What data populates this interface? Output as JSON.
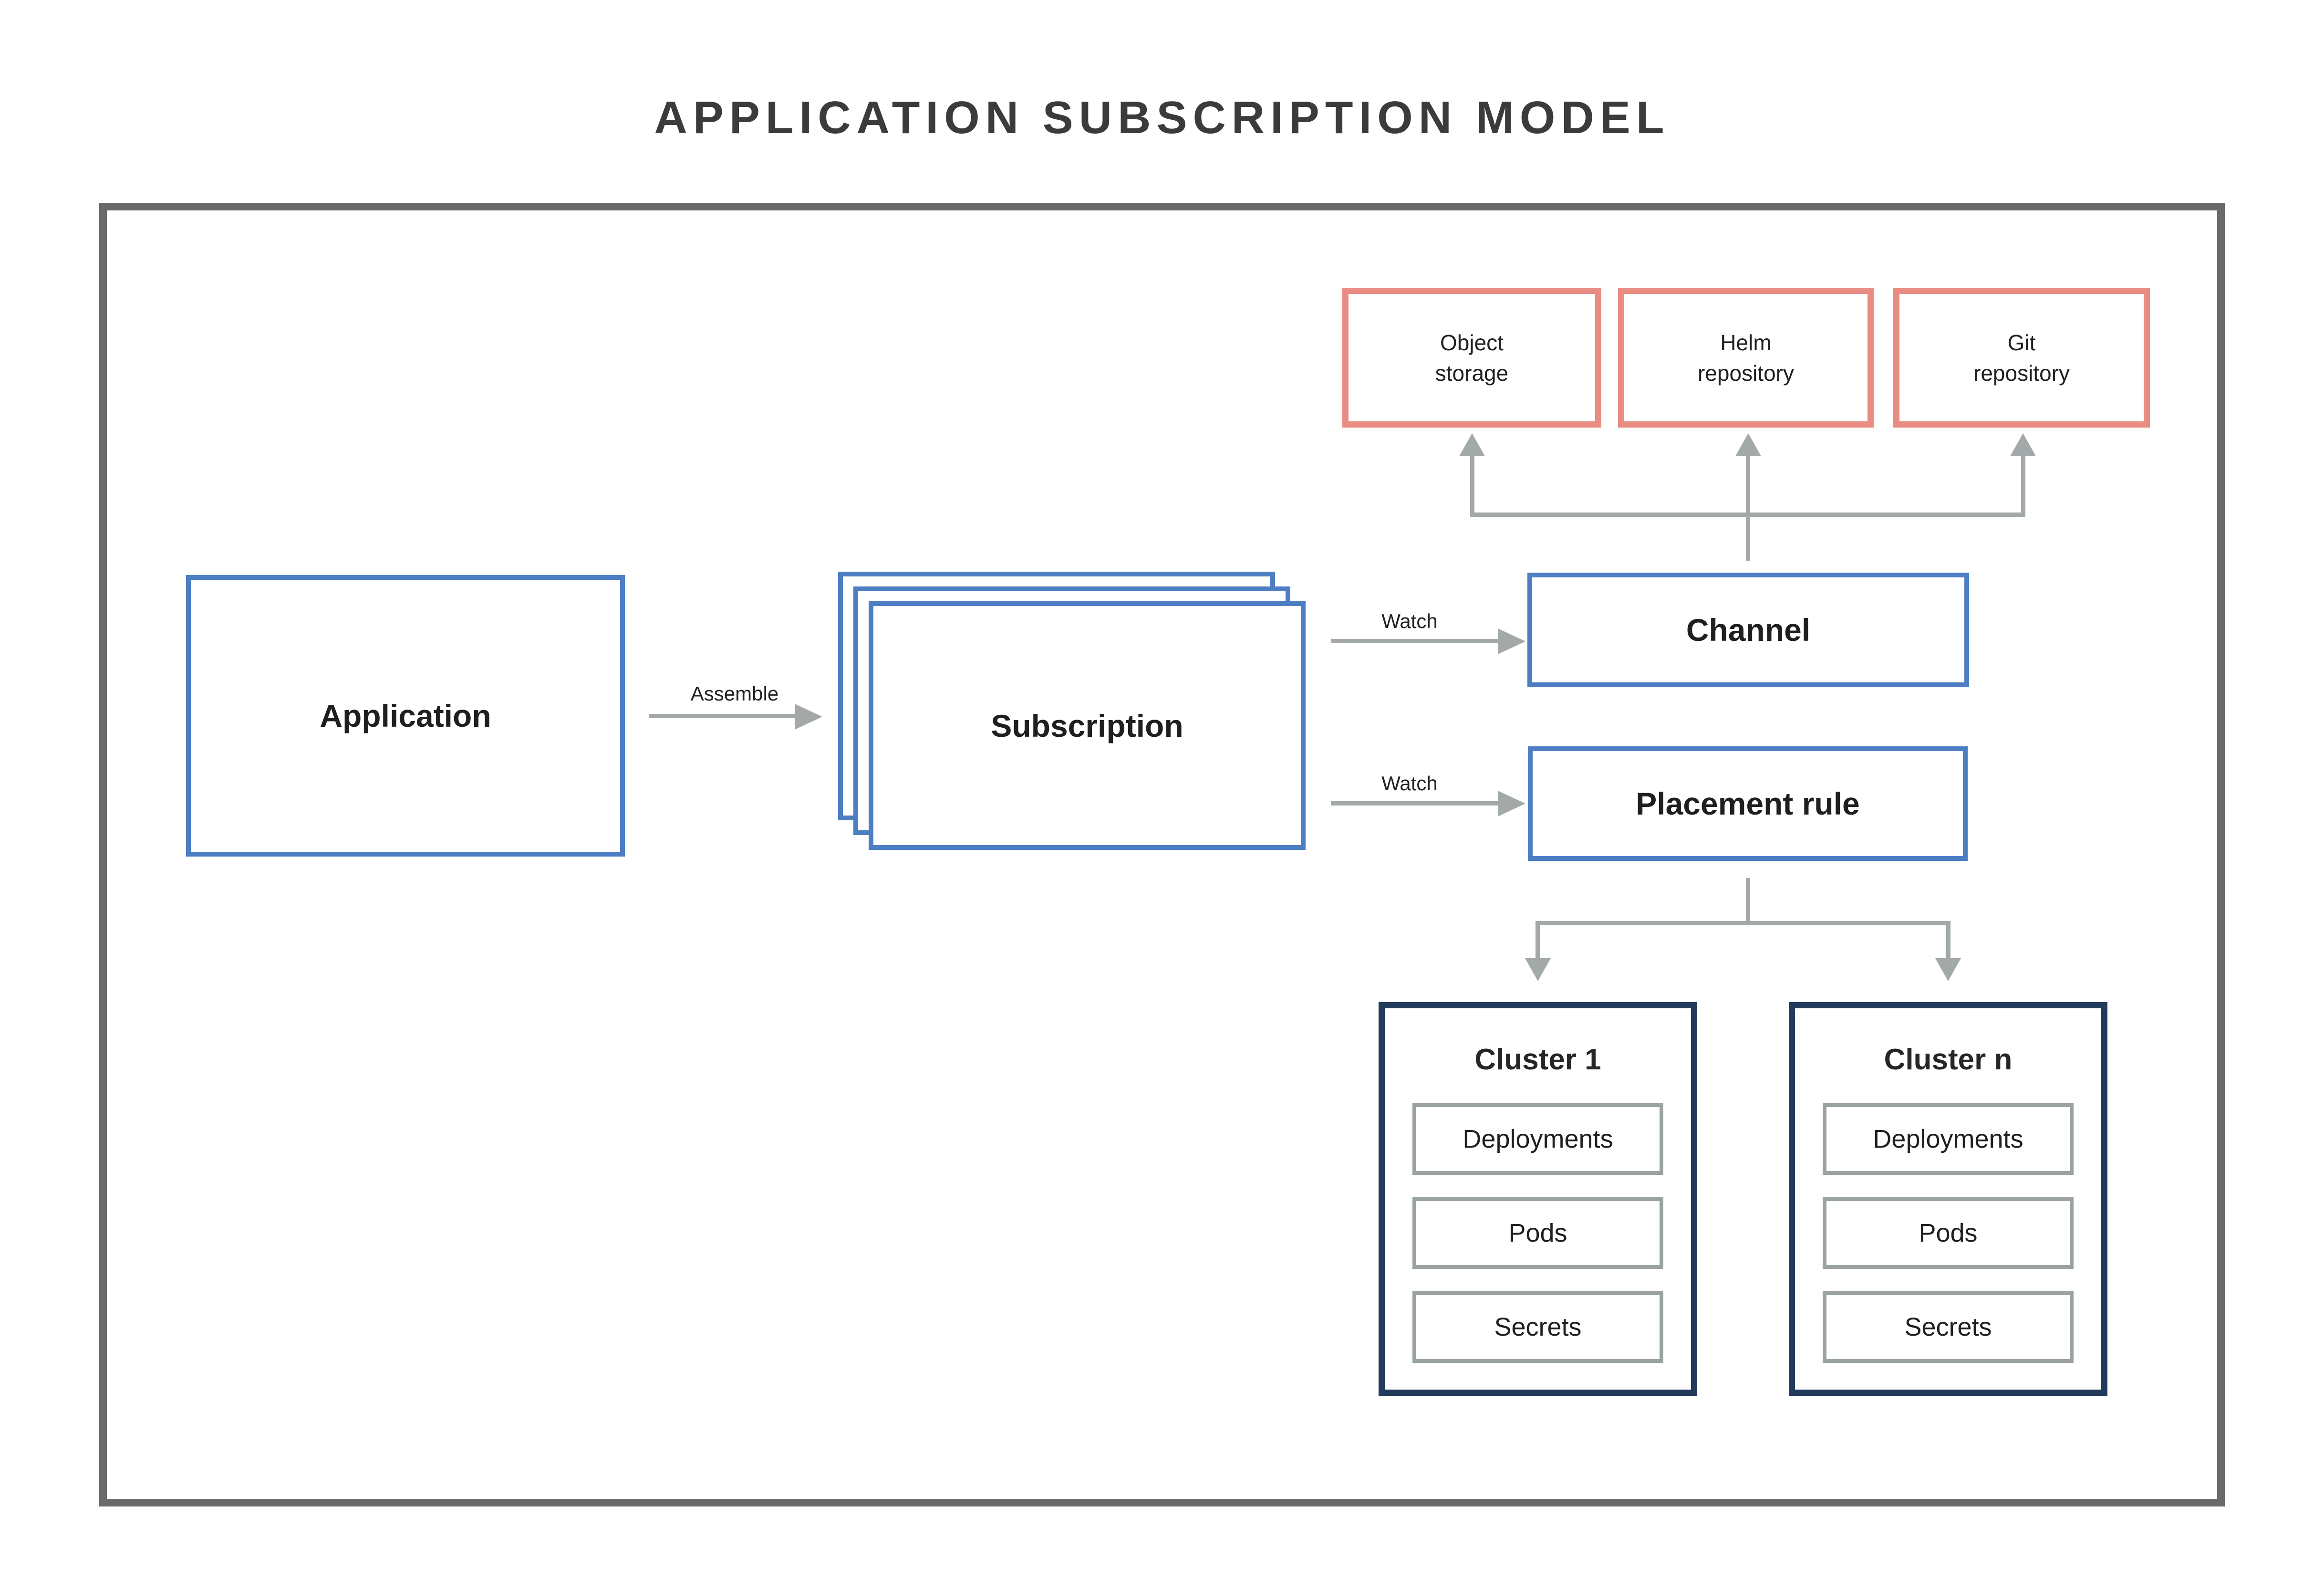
{
  "title": "APPLICATION SUBSCRIPTION MODEL",
  "diagram": {
    "application": {
      "label": "Application"
    },
    "subscription": {
      "label": "Subscription"
    },
    "channel": {
      "label": "Channel"
    },
    "placement_rule": {
      "label": "Placement rule"
    },
    "edges": {
      "assemble_label": "Assemble",
      "watch_channel_label": "Watch",
      "watch_placement_label": "Watch"
    },
    "repositories": [
      {
        "line1": "Object",
        "line2": "storage"
      },
      {
        "line1": "Helm",
        "line2": "repository"
      },
      {
        "line1": "Git",
        "line2": "repository"
      }
    ],
    "clusters": [
      {
        "title": "Cluster 1",
        "items": [
          "Deployments",
          "Pods",
          "Secrets"
        ]
      },
      {
        "title": "Cluster n",
        "items": [
          "Deployments",
          "Pods",
          "Secrets"
        ]
      }
    ]
  },
  "colors": {
    "box_blue": "#4d7ec3",
    "box_salmon": "#e88c84",
    "box_navy": "#223a5c",
    "connector_gray": "#a3a8a8",
    "frame_gray": "#6a6a6a",
    "inner_box_gray": "#9ba3a1",
    "title_color": "#3b3b3b",
    "text_color": "#1f1f1f"
  }
}
